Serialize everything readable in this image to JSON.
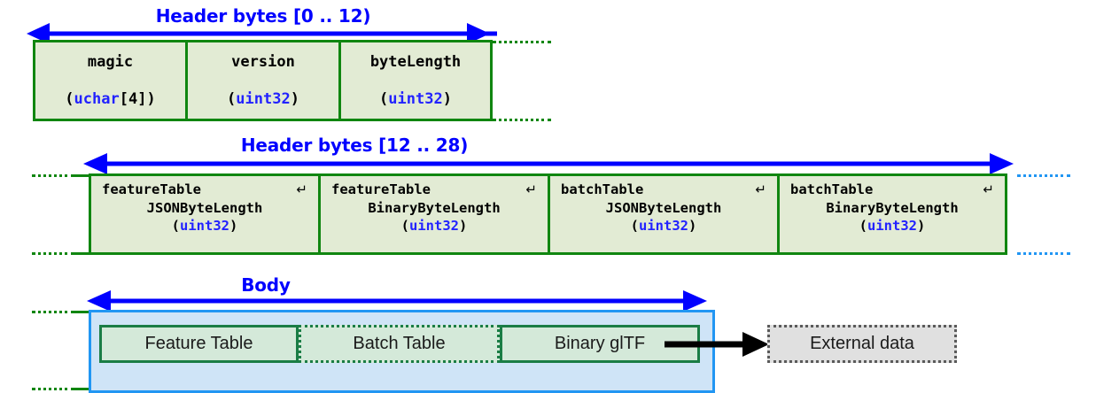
{
  "diagram": {
    "title": "3D Tiles tile binary layout",
    "colors": {
      "arrow_blue": "#0000ff",
      "header_border_green": "#108610",
      "header_fill_green": "#e2ebd4",
      "type_keyword_blue": "#2222ff",
      "body_border_blue": "#2196f3",
      "body_fill_blue": "#cfe4f7",
      "chunk_border_green": "#1a7d45",
      "chunk_fill_green": "#d4e9d9",
      "external_fill_gray": "#e0e0e0",
      "external_border_gray": "#5a5a5a"
    }
  },
  "rows": {
    "header_first": {
      "label": "Header bytes [0 .. 12)",
      "fields": [
        {
          "name": "magic",
          "type_open": "(",
          "type_kw": "uchar",
          "type_close": "[4])"
        },
        {
          "name": "version",
          "type_open": "(",
          "type_kw": "uint32",
          "type_close": ")"
        },
        {
          "name": "byteLength",
          "type_open": "(",
          "type_kw": "uint32",
          "type_close": ")"
        }
      ]
    },
    "header_second": {
      "label": "Header bytes [12 .. 28)",
      "wrap_glyph": "↵",
      "fields": [
        {
          "name_line1": "featureTable",
          "name_line2": "JSONByteLength",
          "type_open": "(",
          "type_kw": "uint32",
          "type_close": ")"
        },
        {
          "name_line1": "featureTable",
          "name_line2": "BinaryByteLength",
          "type_open": "(",
          "type_kw": "uint32",
          "type_close": ")"
        },
        {
          "name_line1": "batchTable",
          "name_line2": "JSONByteLength",
          "type_open": "(",
          "type_kw": "uint32",
          "type_close": ")"
        },
        {
          "name_line1": "batchTable",
          "name_line2": "BinaryByteLength",
          "type_open": "(",
          "type_kw": "uint32",
          "type_close": ")"
        }
      ]
    },
    "body": {
      "label": "Body",
      "chunks": [
        {
          "label": "Feature Table",
          "border": "solid"
        },
        {
          "label": "Batch Table",
          "border": "dotted"
        },
        {
          "label": "Binary glTF",
          "border": "solid"
        }
      ],
      "external": {
        "label": "External data"
      }
    }
  }
}
